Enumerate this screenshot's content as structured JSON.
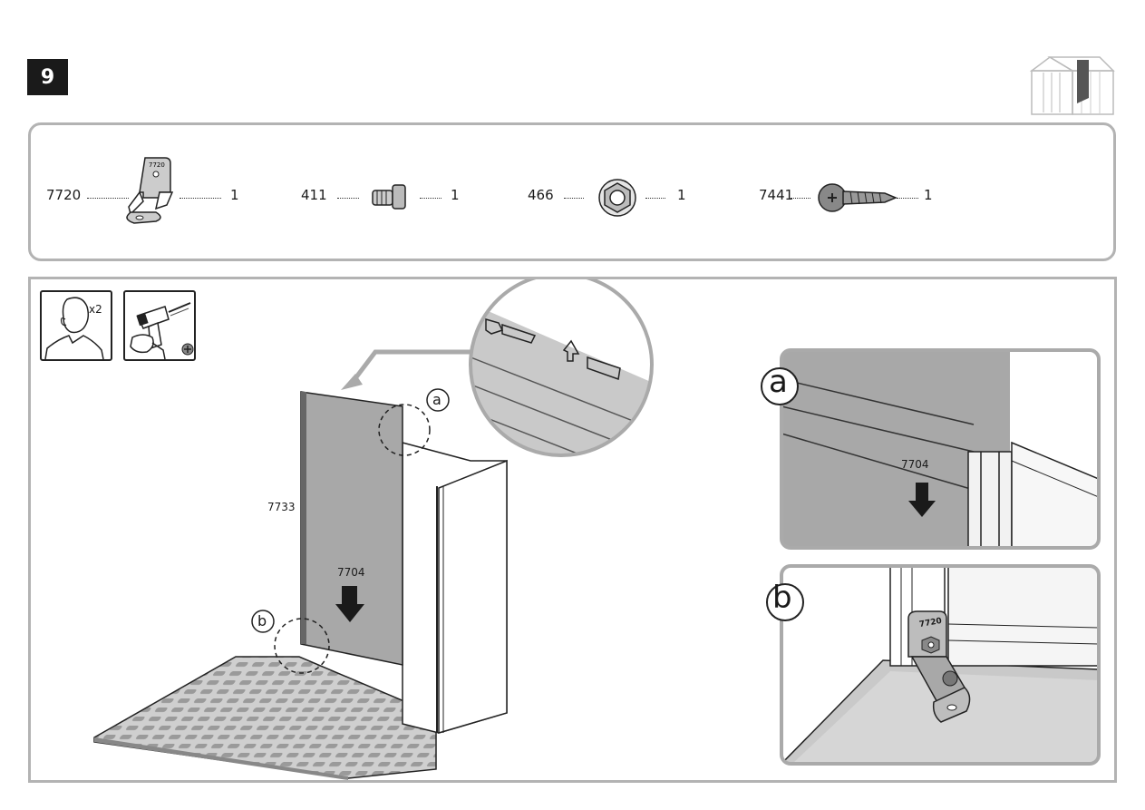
{
  "step": {
    "number": "9"
  },
  "parts": [
    {
      "code": "7720",
      "qty": "1",
      "icon": "angle-bracket-icon"
    },
    {
      "code": "411",
      "qty": "1",
      "icon": "square-bolt-icon"
    },
    {
      "code": "466",
      "qty": "1",
      "icon": "hex-nut-icon"
    },
    {
      "code": "7441",
      "qty": "1",
      "icon": "screw-icon"
    }
  ],
  "tools": {
    "people_count": "x2",
    "people_icon": "person-icon",
    "drill_icon": "power-drill-icon",
    "bit_icon": "phillips-bit-icon"
  },
  "callouts": {
    "a": "a",
    "b": "b",
    "panel_code": "7733",
    "push_code": "7704",
    "detail_a_code": "7704",
    "detail_b_bracket_code": "7720"
  },
  "colors": {
    "panel_gray": "#a8a8a8",
    "frame_border": "#b3b3b3",
    "badge": "#1a1a1a"
  }
}
